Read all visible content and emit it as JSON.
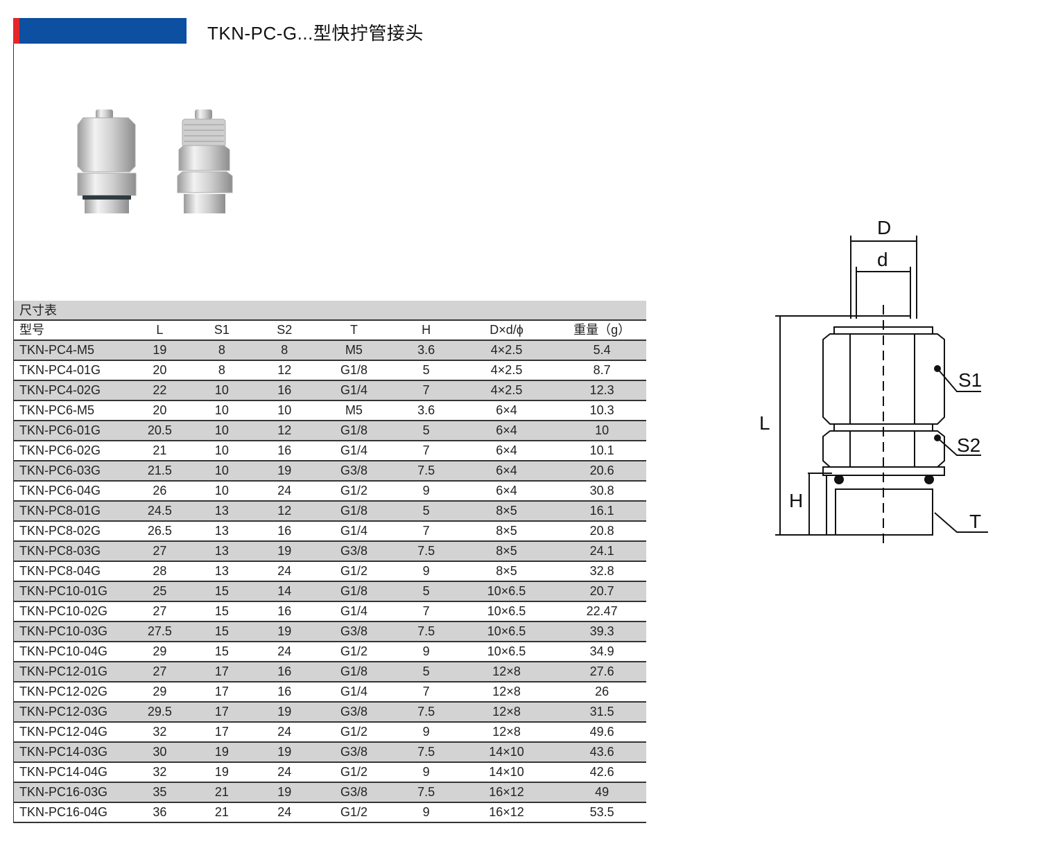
{
  "header": {
    "title": "TKN-PC-G...型快拧管接头",
    "banner_colors": {
      "blue": "#0d4fa0",
      "red": "#e5252a"
    }
  },
  "products": [
    {
      "name": "compression-fitting-hex"
    },
    {
      "name": "compression-fitting-knurled"
    }
  ],
  "table": {
    "caption": "尺寸表",
    "columns": [
      "型号",
      "L",
      "S1",
      "S2",
      "T",
      "H",
      "D×d/ϕ",
      "重量（g）"
    ],
    "rows": [
      [
        "TKN-PC4-M5",
        "19",
        "8",
        "8",
        "M5",
        "3.6",
        "4×2.5",
        "5.4"
      ],
      [
        "TKN-PC4-01G",
        "20",
        "8",
        "12",
        "G1/8",
        "5",
        "4×2.5",
        "8.7"
      ],
      [
        "TKN-PC4-02G",
        "22",
        "10",
        "16",
        "G1/4",
        "7",
        "4×2.5",
        "12.3"
      ],
      [
        "TKN-PC6-M5",
        "20",
        "10",
        "10",
        "M5",
        "3.6",
        "6×4",
        "10.3"
      ],
      [
        "TKN-PC6-01G",
        "20.5",
        "10",
        "12",
        "G1/8",
        "5",
        "6×4",
        "10"
      ],
      [
        "TKN-PC6-02G",
        "21",
        "10",
        "16",
        "G1/4",
        "7",
        "6×4",
        "10.1"
      ],
      [
        "TKN-PC6-03G",
        "21.5",
        "10",
        "19",
        "G3/8",
        "7.5",
        "6×4",
        "20.6"
      ],
      [
        "TKN-PC6-04G",
        "26",
        "10",
        "24",
        "G1/2",
        "9",
        "6×4",
        "30.8"
      ],
      [
        "TKN-PC8-01G",
        "24.5",
        "13",
        "12",
        "G1/8",
        "5",
        "8×5",
        "16.1"
      ],
      [
        "TKN-PC8-02G",
        "26.5",
        "13",
        "16",
        "G1/4",
        "7",
        "8×5",
        "20.8"
      ],
      [
        "TKN-PC8-03G",
        "27",
        "13",
        "19",
        "G3/8",
        "7.5",
        "8×5",
        "24.1"
      ],
      [
        "TKN-PC8-04G",
        "28",
        "13",
        "24",
        "G1/2",
        "9",
        "8×5",
        "32.8"
      ],
      [
        "TKN-PC10-01G",
        "25",
        "15",
        "14",
        "G1/8",
        "5",
        "10×6.5",
        "20.7"
      ],
      [
        "TKN-PC10-02G",
        "27",
        "15",
        "16",
        "G1/4",
        "7",
        "10×6.5",
        "22.47"
      ],
      [
        "TKN-PC10-03G",
        "27.5",
        "15",
        "19",
        "G3/8",
        "7.5",
        "10×6.5",
        "39.3"
      ],
      [
        "TKN-PC10-04G",
        "29",
        "15",
        "24",
        "G1/2",
        "9",
        "10×6.5",
        "34.9"
      ],
      [
        "TKN-PC12-01G",
        "27",
        "17",
        "16",
        "G1/8",
        "5",
        "12×8",
        "27.6"
      ],
      [
        "TKN-PC12-02G",
        "29",
        "17",
        "16",
        "G1/4",
        "7",
        "12×8",
        "26"
      ],
      [
        "TKN-PC12-03G",
        "29.5",
        "17",
        "19",
        "G3/8",
        "7.5",
        "12×8",
        "31.5"
      ],
      [
        "TKN-PC12-04G",
        "32",
        "17",
        "24",
        "G1/2",
        "9",
        "12×8",
        "49.6"
      ],
      [
        "TKN-PC14-03G",
        "30",
        "19",
        "19",
        "G3/8",
        "7.5",
        "14×10",
        "43.6"
      ],
      [
        "TKN-PC14-04G",
        "32",
        "19",
        "24",
        "G1/2",
        "9",
        "14×10",
        "42.6"
      ],
      [
        "TKN-PC16-03G",
        "35",
        "21",
        "19",
        "G3/8",
        "7.5",
        "16×12",
        "49"
      ],
      [
        "TKN-PC16-04G",
        "36",
        "21",
        "24",
        "G1/2",
        "9",
        "16×12",
        "53.5"
      ]
    ]
  },
  "diagram": {
    "labels": {
      "D": "D",
      "d": "d",
      "L": "L",
      "H": "H",
      "S1": "S1",
      "S2": "S2",
      "T": "T"
    }
  }
}
